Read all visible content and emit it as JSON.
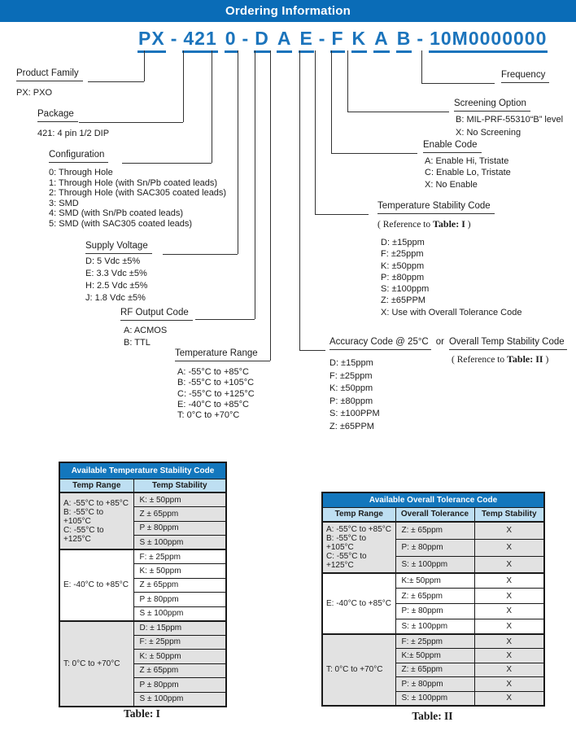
{
  "banner": {
    "title": "Ordering Information"
  },
  "colors": {
    "banner_bg": "#0a6cb7",
    "part_number_blue": "#1b74bc",
    "table_title_bg": "#1377bd",
    "table_header_bg": "#bedff2",
    "shaded_row": "#e2e2e2"
  },
  "part_number": {
    "separator": "-",
    "groups": [
      [
        "PX"
      ],
      [
        "421",
        "0"
      ],
      [
        "D",
        "A",
        "E"
      ],
      [
        "F",
        "K",
        "A",
        "B"
      ],
      [
        "10M0000000"
      ]
    ]
  },
  "callouts": {
    "product_family": {
      "label": "Product Family",
      "items": [
        "PX: PXO"
      ]
    },
    "package": {
      "label": "Package",
      "items": [
        "421: 4 pin 1/2 DIP"
      ]
    },
    "configuration": {
      "label": "Configuration",
      "items": [
        "0: Through Hole",
        "1: Through Hole (with Sn/Pb coated leads)",
        "2: Through Hole (with SAC305 coated leads)",
        "3: SMD",
        "4: SMD (with Sn/Pb coated leads)",
        "5: SMD (with SAC305 coated leads)"
      ]
    },
    "supply_voltage": {
      "label": "Supply Voltage",
      "items": [
        "D: 5 Vdc ±5%",
        "E: 3.3 Vdc ±5%",
        "H: 2.5 Vdc ±5%",
        "J: 1.8 Vdc ±5%"
      ]
    },
    "rf_output_code": {
      "label": "RF Output Code",
      "items": [
        "A: ACMOS",
        "B: TTL"
      ]
    },
    "temperature_range": {
      "label": "Temperature Range",
      "items": [
        "A: -55°C to +85°C",
        "B: -55°C to +105°C",
        "C: -55°C to +125°C",
        "E: -40°C to +85°C",
        "T: 0°C to +70°C"
      ]
    },
    "accuracy_code": {
      "label": "Accuracy Code @ 25°C",
      "or_label": "or",
      "alt_label": "Overall Temp Stability Code",
      "ref_prefix": "( Reference to ",
      "ref_table": "Table: II",
      "ref_suffix": " )",
      "items": [
        "D: ±15ppm",
        "F: ±25ppm",
        "K: ±50ppm",
        "P: ±80ppm",
        "S: ±100PPM",
        "Z: ±65PPM"
      ]
    },
    "temperature_stability_code": {
      "label": "Temperature Stability Code",
      "ref_prefix": "( Reference to ",
      "ref_table": "Table: I",
      "ref_suffix": " )",
      "items": [
        "D: ±15ppm",
        "F: ±25ppm",
        "K: ±50ppm",
        "P: ±80ppm",
        "S: ±100ppm",
        "Z: ±65PPM",
        "X: Use with Overall Tolerance Code"
      ]
    },
    "enable_code": {
      "label": "Enable Code",
      "items": [
        "A: Enable Hi, Tristate",
        "C: Enable Lo, Tristate",
        "X: No Enable"
      ]
    },
    "screening_option": {
      "label": "Screening Option",
      "items": [
        "B: MIL-PRF-55310“B” level",
        "X: No Screening"
      ]
    },
    "frequency": {
      "label": "Frequency"
    }
  },
  "table1": {
    "title": "Available Temperature Stability Code",
    "headers": [
      "Temp Range",
      "Temp Stability"
    ],
    "caption": "Table: I",
    "groups": [
      {
        "range": [
          "A: -55°C to +85°C",
          "B: -55°C to +105°C",
          "C: -55°C to +125°C"
        ],
        "shaded": true,
        "rows": [
          [
            "K: ± 50ppm"
          ],
          [
            "Z ± 65ppm"
          ],
          [
            "P ± 80ppm"
          ],
          [
            "S ± 100ppm"
          ]
        ]
      },
      {
        "range": [
          "E: -40°C to +85°C"
        ],
        "shaded": false,
        "rows": [
          [
            "F: ± 25ppm"
          ],
          [
            "K: ± 50ppm"
          ],
          [
            "Z ± 65ppm"
          ],
          [
            "P ± 80ppm"
          ],
          [
            "S ± 100ppm"
          ]
        ]
      },
      {
        "range": [
          "T: 0°C to +70°C"
        ],
        "shaded": true,
        "rows": [
          [
            "D: ± 15ppm"
          ],
          [
            "F: ± 25ppm"
          ],
          [
            "K: ± 50ppm"
          ],
          [
            "Z ± 65ppm"
          ],
          [
            "P ± 80ppm"
          ],
          [
            "S ± 100ppm"
          ]
        ]
      }
    ]
  },
  "table2": {
    "title": "Available Overall Tolerance Code",
    "headers": [
      "Temp Range",
      "Overall Tolerance",
      "Temp Stability"
    ],
    "caption": "Table: II",
    "groups": [
      {
        "range": [
          "A: -55°C to +85°C",
          "B: -55°C to +105°C",
          "C: -55°C to +125°C"
        ],
        "shaded": true,
        "rows": [
          [
            "Z: ± 65ppm",
            "X"
          ],
          [
            "P: ± 80ppm",
            "X"
          ],
          [
            "S: ± 100ppm",
            "X"
          ]
        ]
      },
      {
        "range": [
          "E: -40°C to +85°C"
        ],
        "shaded": false,
        "rows": [
          [
            "K:± 50ppm",
            "X"
          ],
          [
            "Z: ± 65ppm",
            "X"
          ],
          [
            "P: ± 80ppm",
            "X"
          ],
          [
            "S: ± 100ppm",
            "X"
          ]
        ]
      },
      {
        "range": [
          "T: 0°C to +70°C"
        ],
        "shaded": true,
        "rows": [
          [
            "F: ± 25ppm",
            "X"
          ],
          [
            "K:± 50ppm",
            "X"
          ],
          [
            "Z: ± 65ppm",
            "X"
          ],
          [
            "P: ± 80ppm",
            "X"
          ],
          [
            "S: ± 100ppm",
            "X"
          ]
        ]
      }
    ]
  }
}
